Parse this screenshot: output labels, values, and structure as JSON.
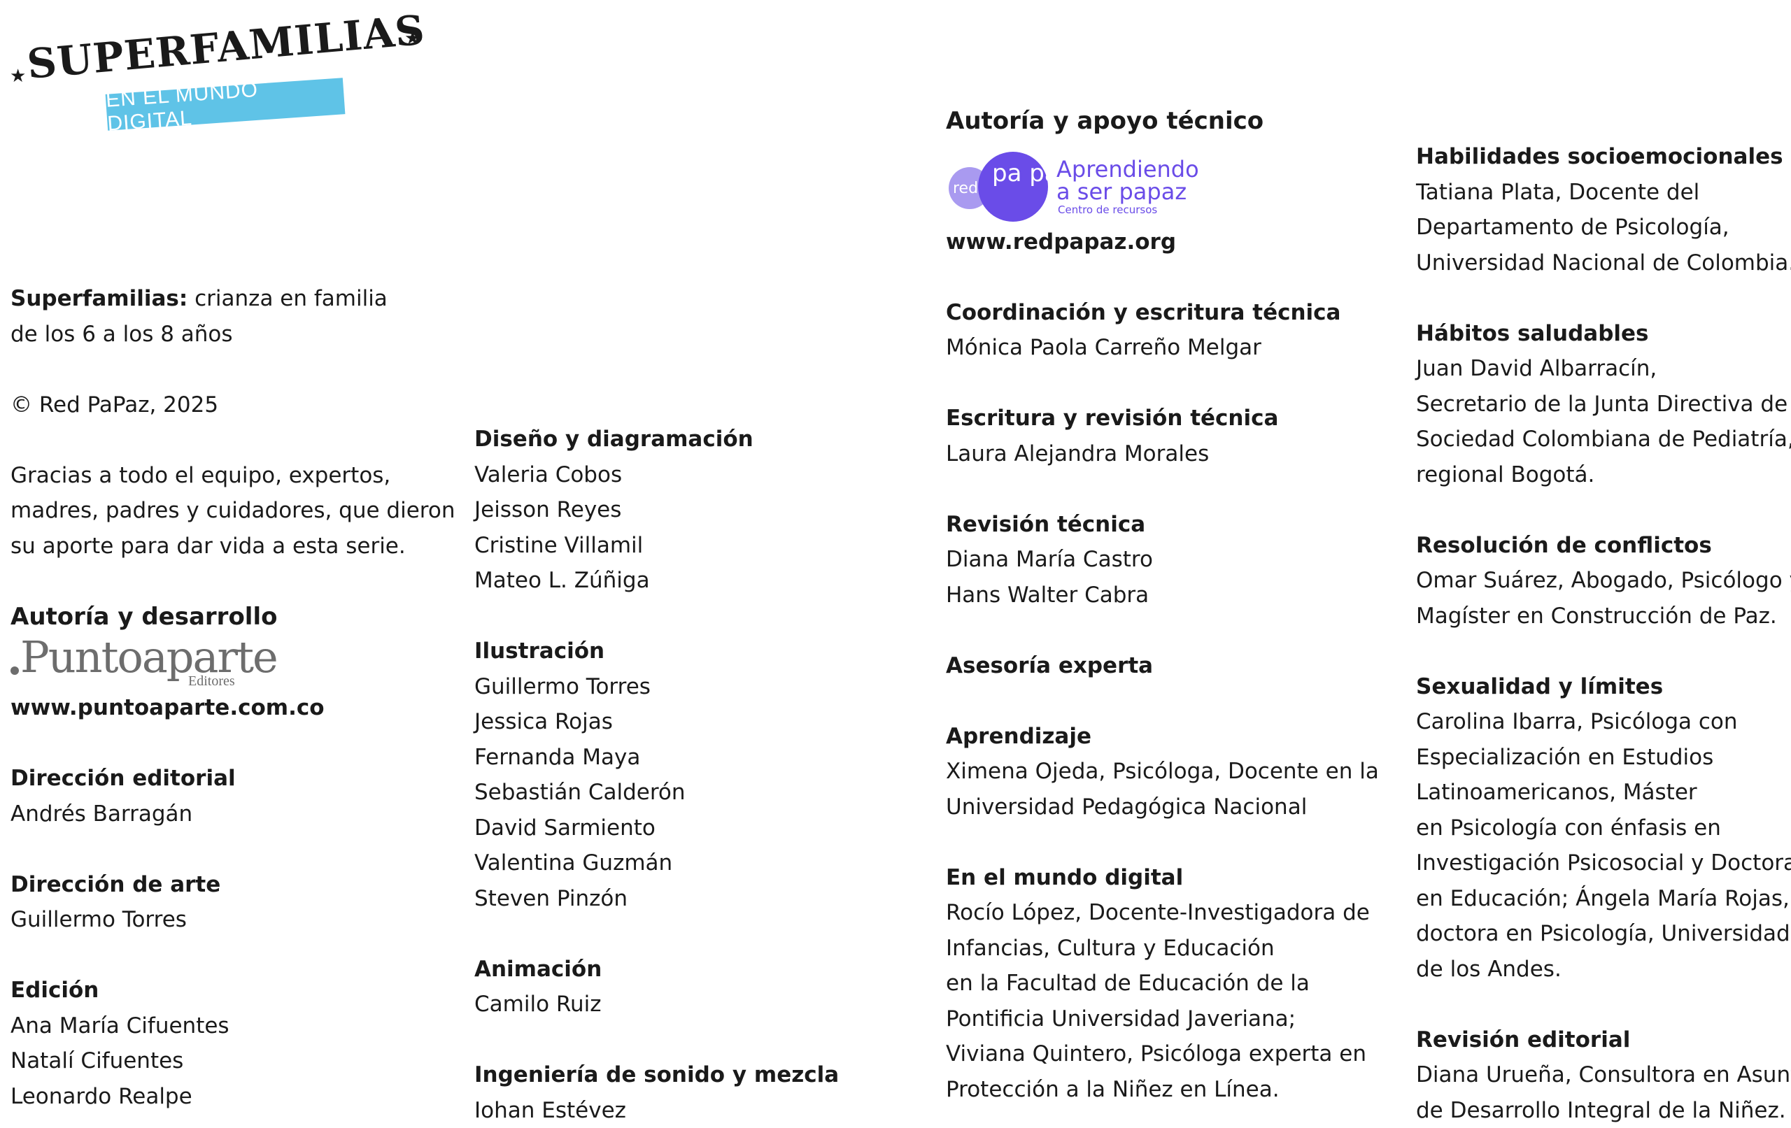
{
  "brand": {
    "title": "SUPERFAMILIAS",
    "subtitle": "EN EL MUNDO DIGITAL",
    "star": "★"
  },
  "intro": {
    "title_bold": "Superfamilias:",
    "title_rest": " crianza en familia",
    "title_line2": "de los 6 a los 8 años",
    "copyright": "© Red PaPaz, 2025",
    "thanks": [
      "Gracias a todo el equipo, expertos,",
      "madres, padres y cuidadores, que dieron",
      "su aporte para dar vida a esta serie."
    ]
  },
  "autoria_desarrollo": {
    "heading": "Autoría y desarrollo",
    "logo_word": "Puntoaparte",
    "logo_sub": "Editores",
    "url": "www.puntoaparte.com.co"
  },
  "col1_sections": [
    {
      "heading": "Dirección editorial",
      "lines": [
        "Andrés Barragán"
      ]
    },
    {
      "heading": "Dirección de arte",
      "lines": [
        "Guillermo Torres"
      ]
    },
    {
      "heading": "Edición",
      "lines": [
        "Ana María Cifuentes",
        "Natalí Cifuentes",
        "Leonardo Realpe"
      ]
    }
  ],
  "col2_sections": [
    {
      "heading": "Diseño y diagramación",
      "lines": [
        "Valeria Cobos",
        "Jeisson Reyes",
        "Cristine Villamil",
        "Mateo L. Zúñiga"
      ]
    },
    {
      "heading": "Ilustración",
      "lines": [
        "Guillermo Torres",
        "Jessica Rojas",
        "Fernanda Maya",
        "Sebastián Calderón",
        "David Sarmiento",
        "Valentina Guzmán",
        "Steven Pinzón"
      ]
    },
    {
      "heading": "Animación",
      "lines": [
        "Camilo Ruiz"
      ]
    },
    {
      "heading": "Ingeniería de sonido y mezcla",
      "lines": [
        "Iohan Estévez"
      ]
    }
  ],
  "apoyo": {
    "heading": "Autoría y apoyo técnico",
    "logo_red": "red",
    "logo_pp": "pa paz",
    "logo_line1": "Aprendiendo",
    "logo_line2": "a ser papaz",
    "logo_line3": "Centro de recursos",
    "url": "www.redpapaz.org"
  },
  "col3_sections": [
    {
      "heading": "Coordinación y escritura técnica",
      "lines": [
        "Mónica Paola Carreño Melgar"
      ]
    },
    {
      "heading": "Escritura y revisión técnica",
      "lines": [
        "Laura Alejandra Morales"
      ]
    },
    {
      "heading": "Revisión técnica",
      "lines": [
        "Diana María Castro",
        "Hans Walter Cabra"
      ]
    },
    {
      "heading": "Asesoría experta",
      "lines": []
    },
    {
      "heading": "Aprendizaje",
      "lines": [
        "Ximena Ojeda, Psicóloga, Docente en la",
        "Universidad Pedagógica Nacional"
      ]
    },
    {
      "heading": "En el mundo digital",
      "lines": [
        "Rocío López, Docente-Investigadora de",
        "Infancias, Cultura y Educación",
        "en la Facultad de Educación de la",
        "Pontificia Universidad Javeriana;",
        "Viviana Quintero, Psicóloga experta en",
        "Protección a la Niñez en Línea."
      ]
    }
  ],
  "col4_sections": [
    {
      "heading": "Habilidades socioemocionales",
      "lines": [
        "Tatiana Plata, Docente del",
        "Departamento de Psicología,",
        "Universidad Nacional de Colombia."
      ]
    },
    {
      "heading": "Hábitos saludables",
      "lines": [
        "Juan David Albarracín,",
        "Secretario de la Junta Directiva de la",
        "Sociedad Colombiana de Pediatría,",
        "regional Bogotá."
      ]
    },
    {
      "heading": "Resolución de conflictos",
      "lines": [
        "Omar Suárez, Abogado, Psicólogo y",
        "Magíster en Construcción de Paz."
      ]
    },
    {
      "heading": "Sexualidad y límites",
      "lines": [
        "Carolina Ibarra, Psicóloga con",
        "Especialización en Estudios",
        "Latinoamericanos, Máster",
        "en Psicología con énfasis en",
        "Investigación Psicosocial y Doctora",
        "en Educación; Ángela María Rojas,",
        "doctora en Psicología, Universidad",
        "de los Andes."
      ]
    },
    {
      "heading": "Revisión editorial",
      "lines": [
        "Diana Urueña, Consultora en Asuntos",
        "de Desarrollo Integral de la Niñez."
      ]
    }
  ]
}
